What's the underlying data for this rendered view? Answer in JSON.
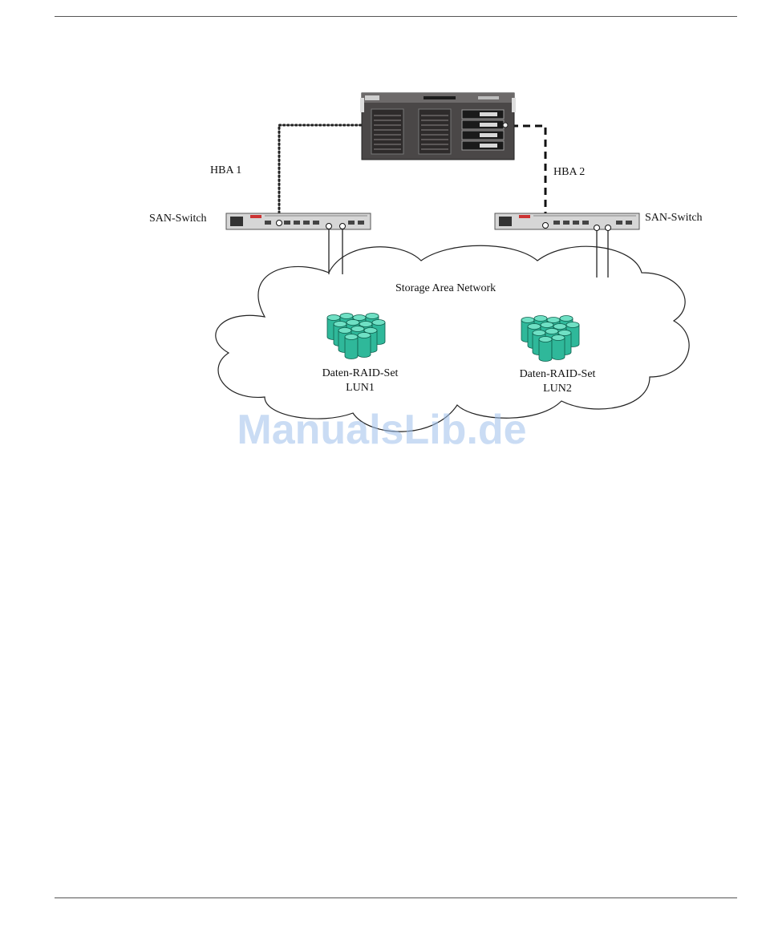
{
  "diagram": {
    "labels": {
      "hba1": "HBA 1",
      "hba2": "HBA 2",
      "san_switch_left": "SAN-Switch",
      "san_switch_right": "SAN-Switch",
      "network": "Storage Area Network",
      "raid_left": "Daten-RAID-Set",
      "lun_left": "LUN1",
      "raid_right": "Daten-RAID-Set",
      "lun_right": "LUN2"
    },
    "watermark": "ManualsLib.de",
    "colors": {
      "disk_fill": "#2fb89a",
      "disk_top": "#6fe0c4",
      "server_body": "#4a4747",
      "rule": "#555555",
      "watermark": "#9fc1ec"
    }
  }
}
